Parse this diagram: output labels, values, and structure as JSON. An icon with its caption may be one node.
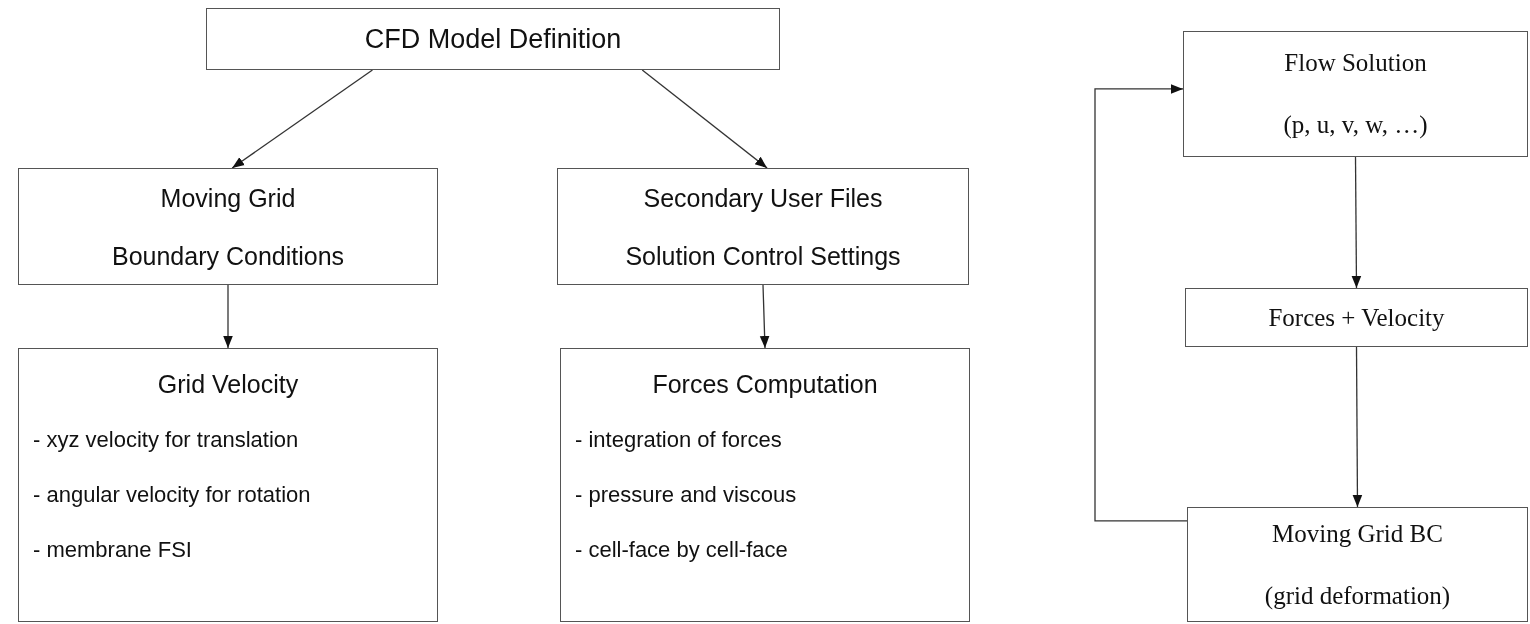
{
  "diagram": {
    "nodes": [
      {
        "text": [
          "CFD Model Definition"
        ]
      },
      {
        "text": [
          "Moving Grid",
          "Boundary Conditions"
        ]
      },
      {
        "text": [
          "Secondary User Files",
          "Solution Control Settings"
        ]
      },
      {
        "text": [
          "Grid Velocity",
          "- xyz velocity for translation",
          "- angular velocity for rotation",
          "- membrane FSI"
        ]
      },
      {
        "text": [
          "Forces Computation",
          "- integration of forces",
          "- pressure and viscous",
          "- cell-face by cell-face"
        ]
      },
      {
        "text": [
          "Flow Solution",
          "(p, u, v, w, …)"
        ]
      },
      {
        "text": [
          "Forces + Velocity"
        ]
      },
      {
        "text": [
          "Moving Grid BC",
          "(grid deformation)"
        ]
      }
    ],
    "edges": [
      {
        "from": 0,
        "to": 1,
        "arrow": "to"
      },
      {
        "from": 0,
        "to": 2,
        "arrow": "to"
      },
      {
        "from": 1,
        "to": 3,
        "arrow": "to"
      },
      {
        "from": 2,
        "to": 4,
        "arrow": "to"
      },
      {
        "from": 5,
        "to": 6,
        "arrow": "to"
      },
      {
        "from": 6,
        "to": 7,
        "arrow": "to"
      },
      {
        "from": 7,
        "to": 5,
        "arrow": "to"
      }
    ]
  }
}
